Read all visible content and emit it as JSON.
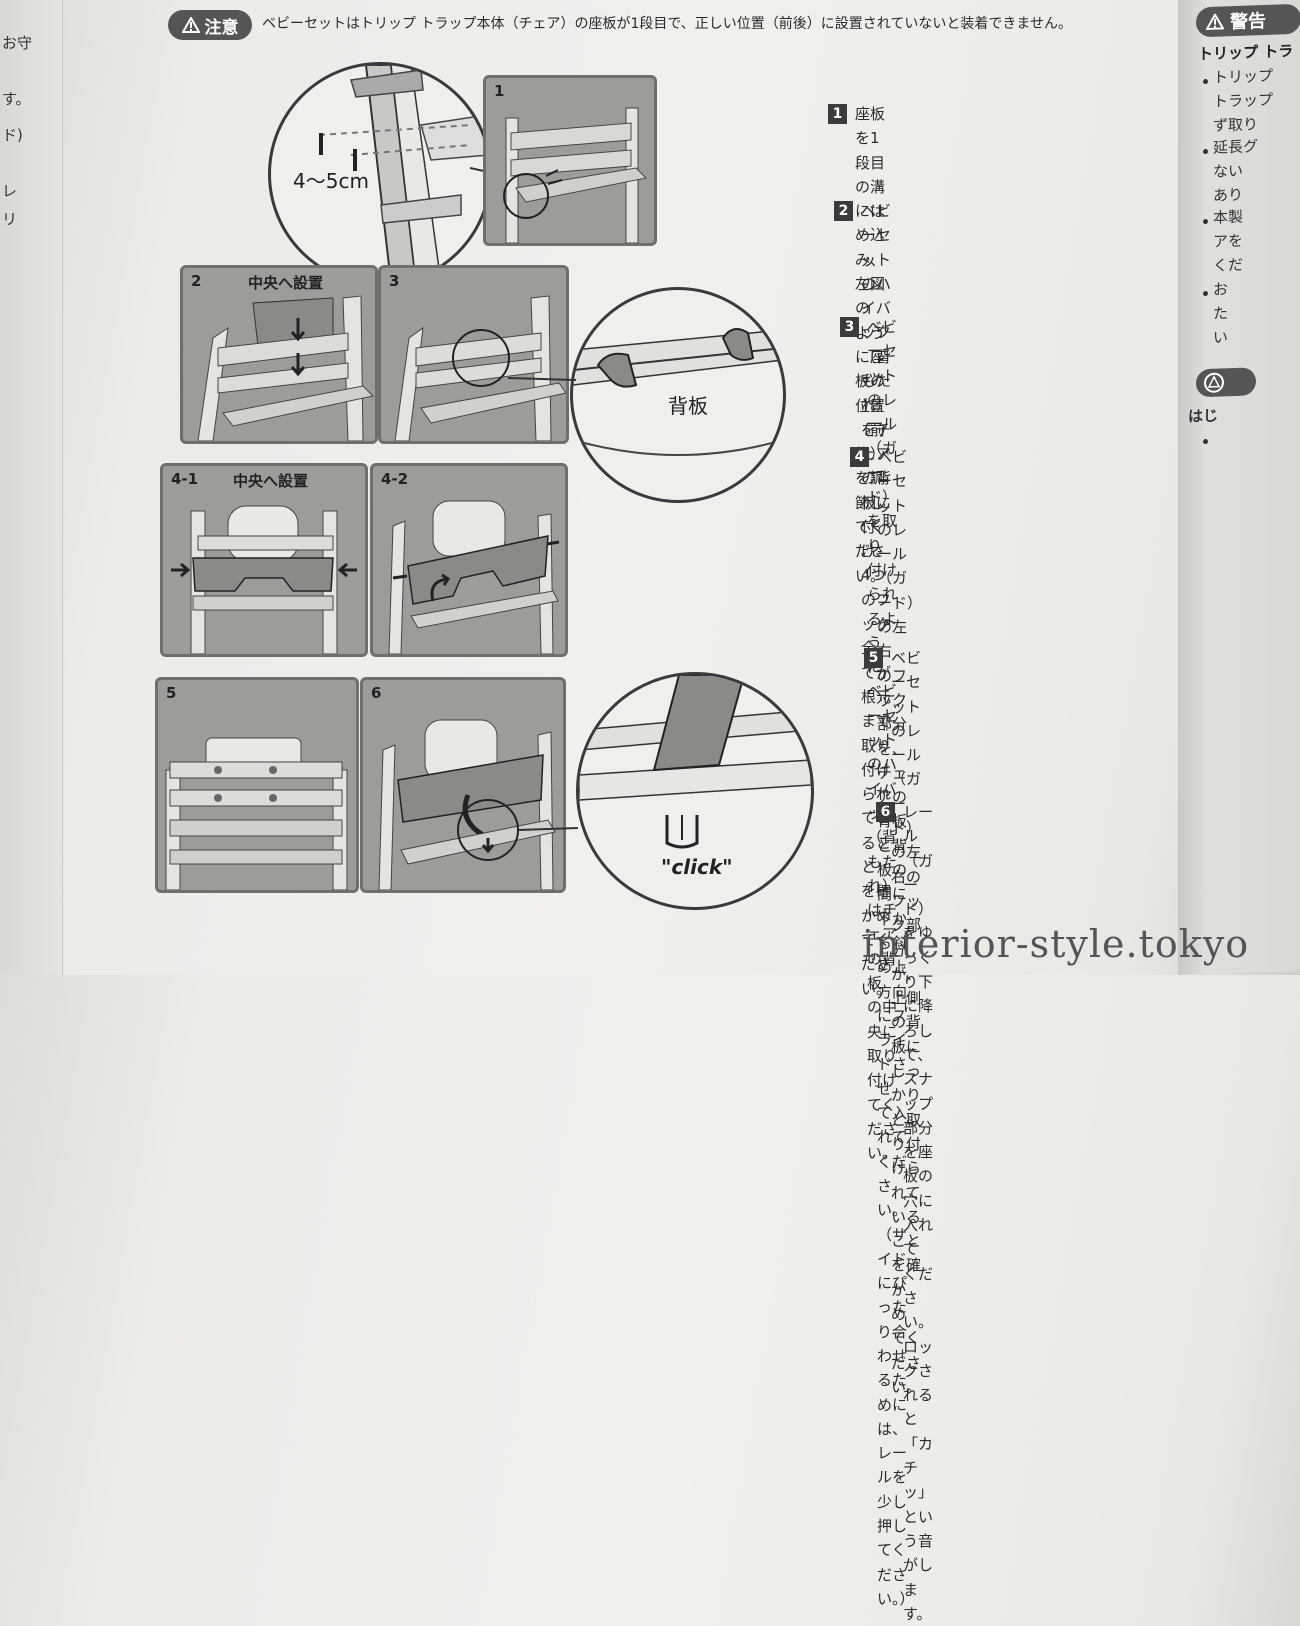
{
  "left_page": {
    "fragments": [
      "お守",
      "す。",
      "ド)",
      "レ",
      "リ"
    ]
  },
  "header": {
    "caution_label": "注意",
    "caution_text": "ベビーセットはトリップ トラップ本体（チェア）の座板が1段目で、正しい位置（前後）に設置されていないと装着できません。"
  },
  "figures": {
    "magnifier_1_label": "4〜5cm",
    "panel_1": {
      "number": "1",
      "caption": ""
    },
    "panel_2": {
      "number": "2",
      "caption": "中央へ設置"
    },
    "panel_3": {
      "number": "3",
      "caption": ""
    },
    "magnifier_3_label": "背板",
    "panel_4_1": {
      "number": "4-1",
      "caption": "中央へ設置"
    },
    "panel_4_2": {
      "number": "4-2",
      "caption": ""
    },
    "panel_5": {
      "number": "5",
      "caption": ""
    },
    "panel_6": {
      "number": "6",
      "caption": ""
    },
    "magnifier_6_label": "\"click\""
  },
  "steps": [
    {
      "num": "1",
      "text": "座板を1段目の溝にはめ込み、左図の\nように座板の位置（前後）を調節してく\nださい。"
    },
    {
      "num": "2",
      "text": "ベビーセットのハイバック（背もたれ）\nをチェアの背板に付け、4つのフック全\nてが根元まで取り付けられていること\nを確かめてください。"
    },
    {
      "num": "3",
      "text": "ベビーセットのレール（ガード）を取り\n付けられるように、ベビーセットのハ\nイバック（背もたれ）はチェアの背板\nの中央に取り付けてください。"
    },
    {
      "num": "4",
      "text": "ベビーセットのレール（ガード）の左右\nのフック部分を、チェアの背板と背板の\n間に下から斜め上方向にスライドさせ\nて入れてください。（サイドにぴったり合\nわせるためには、レールを少し押してく\nださい。）"
    },
    {
      "num": "5",
      "text": "ベビーセットのレール（ガード）の左\n右のフック部分が、上側の背板にしっ\nかりと取り付けられていることを確か\nめてください。"
    },
    {
      "num": "6",
      "text": "レール（ガード）をゆっくり下に降ろし\nて、スナップ部分を座板の穴に入れて\nください。ロックされると「カチッ」とい\nう音がします。"
    }
  ],
  "right_page": {
    "warning_label": "警告",
    "title": "トリップ トラ",
    "lines": [
      "トリップ",
      "トラップ",
      "ず取り",
      "延長グ",
      "ない",
      "あり",
      "本製",
      "アを",
      "くだ",
      "お",
      "た",
      "い"
    ],
    "bottom_label": "はじ"
  },
  "watermark": "interior-style.tokyo"
}
